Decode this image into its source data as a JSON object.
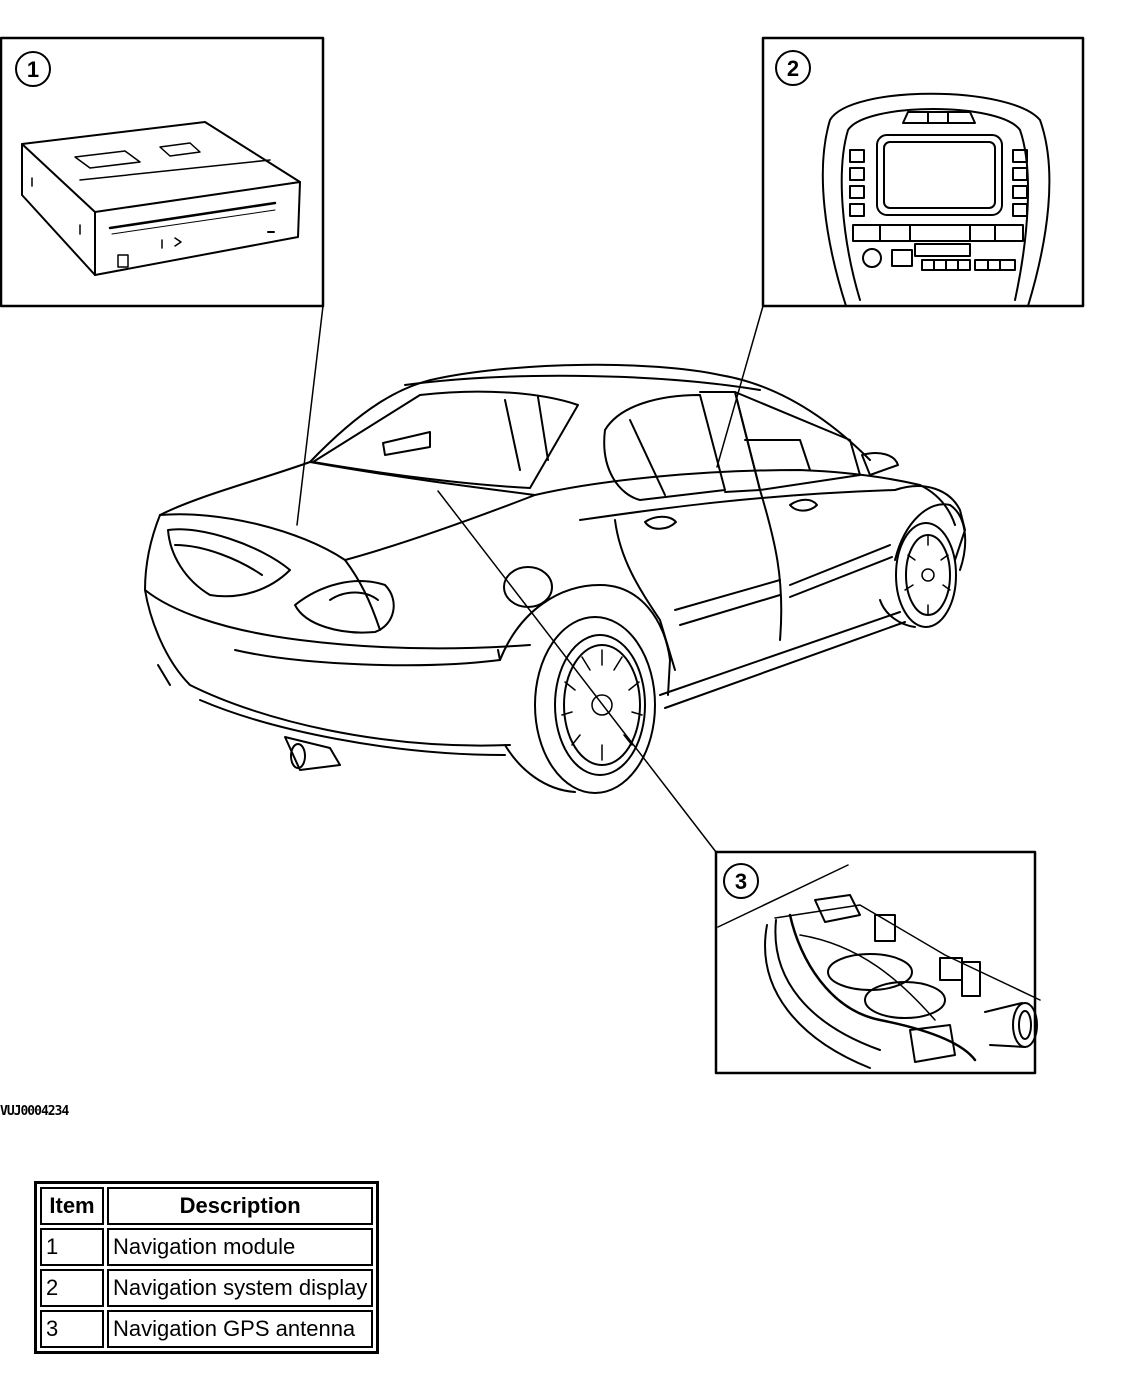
{
  "figure_code": "VUJ0004234",
  "callouts": [
    {
      "number": "1"
    },
    {
      "number": "2"
    },
    {
      "number": "3"
    }
  ],
  "legend": {
    "header_item": "Item",
    "header_description": "Description",
    "rows": [
      {
        "item": "1",
        "description": "Navigation module"
      },
      {
        "item": "2",
        "description": "Navigation system display"
      },
      {
        "item": "3",
        "description": "Navigation GPS antenna"
      }
    ]
  }
}
